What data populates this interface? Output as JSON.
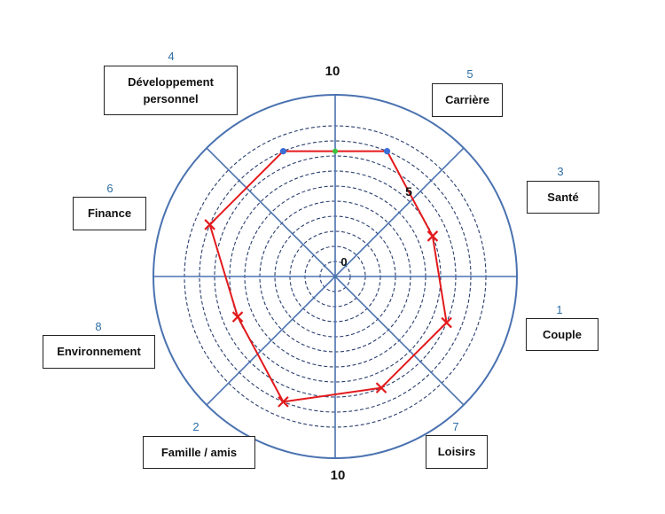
{
  "chart_data": {
    "type": "radar",
    "title": "",
    "scale": {
      "min": 0,
      "max": 10,
      "top_label": "10",
      "bottom_label": "10",
      "mid_label": "5",
      "center_label": "0"
    },
    "rings": 10,
    "segments": [
      {
        "key": "carriere",
        "rank": "5",
        "label": "Carrière",
        "value": 9
      },
      {
        "key": "sante",
        "rank": "3",
        "label": "Santé",
        "value": 7
      },
      {
        "key": "couple",
        "rank": "1",
        "label": "Couple",
        "value": 8
      },
      {
        "key": "loisirs",
        "rank": "7",
        "label": "Loisirs",
        "value": 8
      },
      {
        "key": "famille",
        "rank": "2",
        "label": "Famille / amis",
        "value": 9
      },
      {
        "key": "environnement",
        "rank": "8",
        "label": "Environnement",
        "value": 7
      },
      {
        "key": "finance",
        "rank": "6",
        "label": "Finance",
        "value": 9
      },
      {
        "key": "developpement",
        "rank": "4",
        "label": "Développement personnel",
        "value": 9
      }
    ],
    "colors": {
      "axis": "#4a72b0",
      "ring": "#2a3f6e",
      "series": "#e31a1c",
      "endpoint": "#3a6fd8",
      "midpoint": "#3bc43b"
    }
  }
}
